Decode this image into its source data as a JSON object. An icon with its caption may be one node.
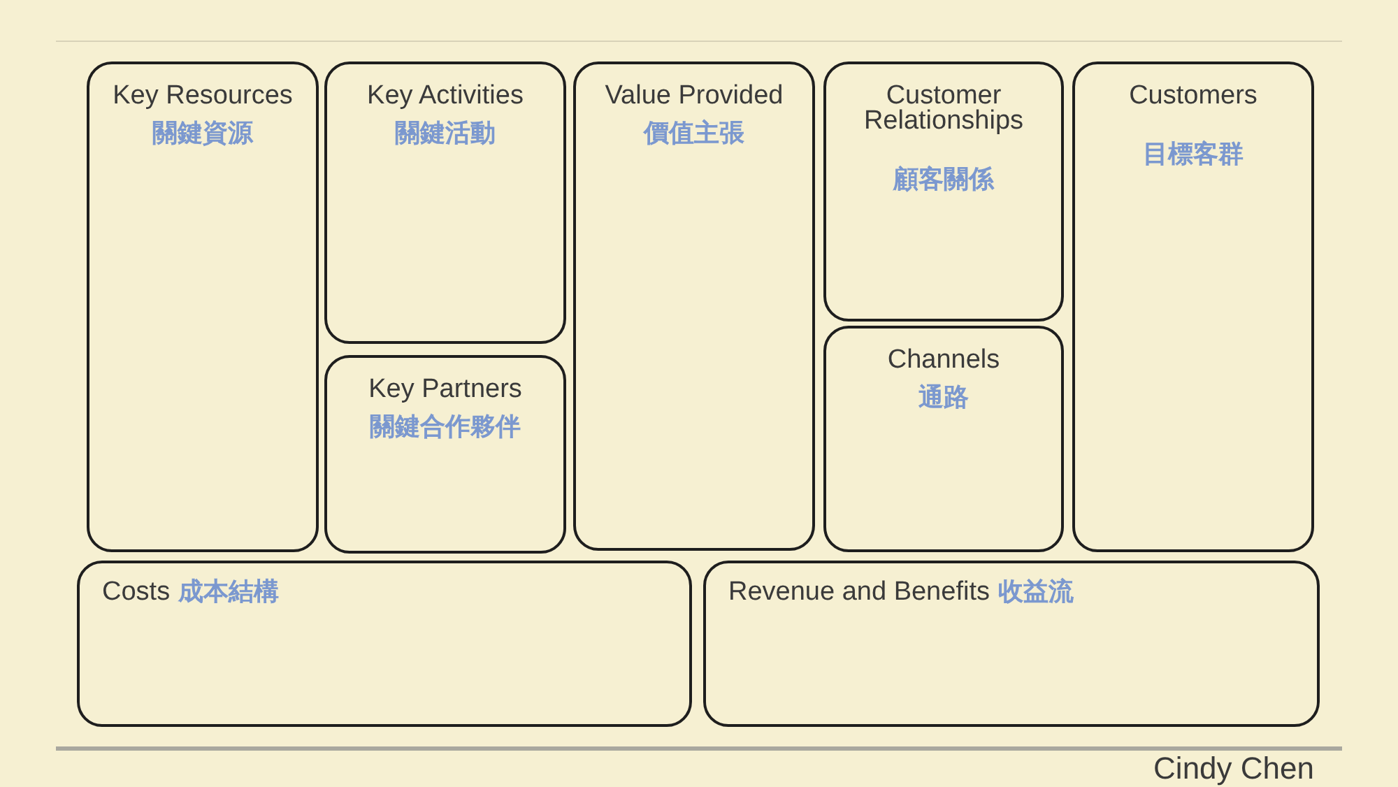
{
  "diagram": {
    "nodes": [
      {
        "text": [
          "Key Resources",
          "關鍵資源"
        ]
      },
      {
        "text": [
          "Key Activities",
          "關鍵活動"
        ]
      },
      {
        "text": [
          "Key Partners",
          "關鍵合作夥伴"
        ]
      },
      {
        "text": [
          "Value Provided",
          "價值主張"
        ]
      },
      {
        "text": [
          "Customer Relationships",
          "顧客關係"
        ]
      },
      {
        "text": [
          "Channels",
          "通路"
        ]
      },
      {
        "text": [
          "Customers",
          "目標客群"
        ]
      },
      {
        "text": [
          "Costs",
          "成本結構"
        ]
      },
      {
        "text": [
          "Revenue and Benefits",
          "收益流"
        ]
      }
    ],
    "labels": [
      "Cindy Chen"
    ]
  }
}
